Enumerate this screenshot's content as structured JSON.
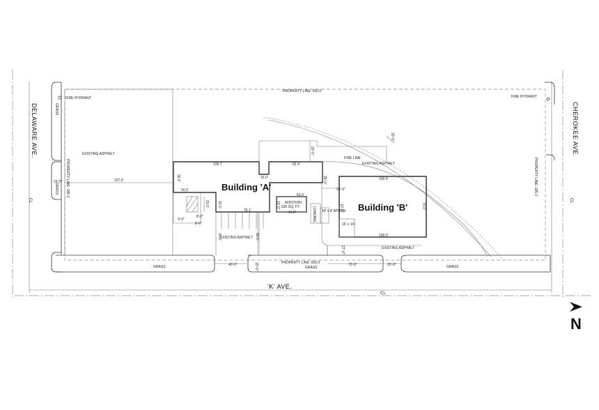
{
  "streets": {
    "west": "DELAWARE AVE.",
    "east": "CHEROKEE AVE.",
    "south": "'K' AVE.",
    "centerline": "CL"
  },
  "buildings": {
    "a": "Building 'A'",
    "b": "Building 'B'",
    "addition_line1": "ADDITION",
    "addition_line2": "630 SQ. FT."
  },
  "labels": {
    "property_line_top": "PROPERTY LINE: 550.0'",
    "property_line_bottom": "PROPERTY LINE: 550.0'",
    "property_line_left": "PROPERTY LINE: 185.1'",
    "property_line_right": "PROPERTY LINE: 185.1'",
    "fire_hydrant_left": "FIRE HYDRANT",
    "fire_hydrant_right": "FIRE HYDRANT",
    "existing_asphalt_west": "EXISTING ASPHALT",
    "existing_asphalt_north": "EXISTING ASPHALT",
    "existing_asphalt_south": "EXISTING ASPHALT",
    "existing_asphalt_east": "EXISTING ASPHALT",
    "fire_line": "FIRE LINE",
    "grass_left": "GRASS",
    "grass_left2": "GRASS",
    "grass_bottom1": "GRASS",
    "grass_bottom2": "GRASS",
    "grass_bottom3": "GRASS",
    "apron": "18' x 8' APRON",
    "loading": "LOADING",
    "box_16x14": "16' x 14'",
    "north": "N"
  },
  "dims": {
    "d100_7": "100.7'",
    "d16_0": "16.0'",
    "d62_4": "62.4'",
    "d36_0": "36.0'",
    "d50_0": "50.0'",
    "d53_0": "53.0'",
    "d31_0": "31.0'",
    "d70_1": "70.1'",
    "d20_0a": "20.0'",
    "d8_0a": "8'-0\"",
    "d8_0b": "8'-0\"",
    "d9_0": "9'-0\"",
    "d33_0": "33.0'",
    "d24_0": "24.0'",
    "d52_0": "52.0'",
    "d127_0": "127.0'",
    "d15_0": "15'-0\"",
    "d40_0": "40'-0\"",
    "d15_0b": "15'-0\"",
    "d20_0b": "20'-0\"",
    "d100_0a": "100.0'",
    "d100_0b": "100.0'",
    "d70_0": "70.0'",
    "d70_0b": "70'-0\"",
    "d20_0c": "20'-0\"",
    "d27_0": "27'-0\"",
    "d20_0d": "20'-0\"",
    "d30_0": "30'-0\"",
    "d25_0": "25'-0\"",
    "d12_0": "12'-0\"",
    "d10_0": "10'-0\""
  }
}
